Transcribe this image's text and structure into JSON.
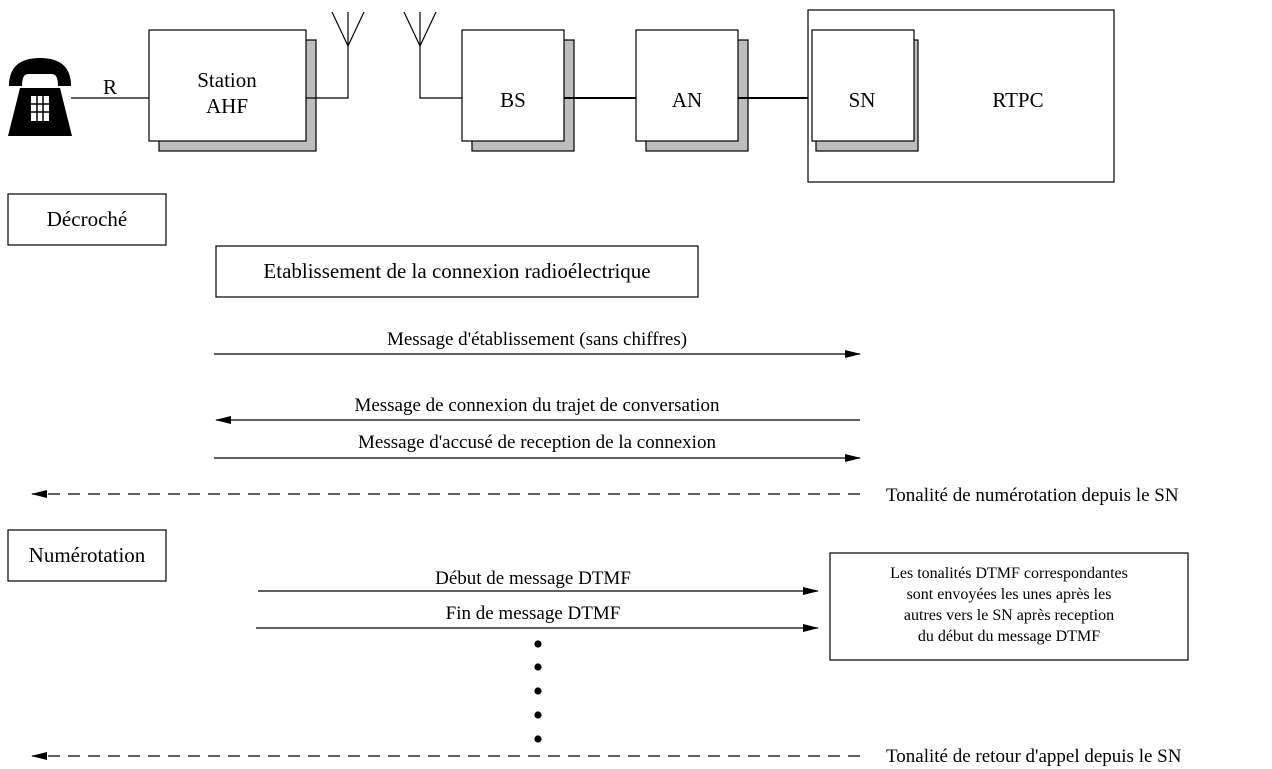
{
  "network": {
    "interface_label": "R",
    "station": [
      "Station",
      "AHF"
    ],
    "bs": "BS",
    "an": "AN",
    "sn": "SN",
    "rtpc": "RTPC"
  },
  "phases": {
    "offhook": "Décroché",
    "dialing": "Numérotation"
  },
  "radio_setup": "Etablissement de la connexion radioélectrique",
  "messages": [
    "Message d'établissement (sans chiffres)",
    "Message de connexion du trajet de conversation",
    "Message d'accusé de reception de la connexion",
    "Début de message DTMF",
    "Fin de message DTMF"
  ],
  "tones": {
    "dial_tone": "Tonalité de numérotation depuis le SN",
    "ringback": "Tonalité de retour d'appel depuis le SN"
  },
  "dtmf_note": [
    "Les tonalités DTMF correspondantes",
    "sont envoyées les unes après les",
    "autres vers le SN après reception",
    "du début du message DTMF"
  ],
  "colors": {
    "line": "#000000",
    "shadow": "#bdbdbd",
    "background": "#ffffff"
  }
}
